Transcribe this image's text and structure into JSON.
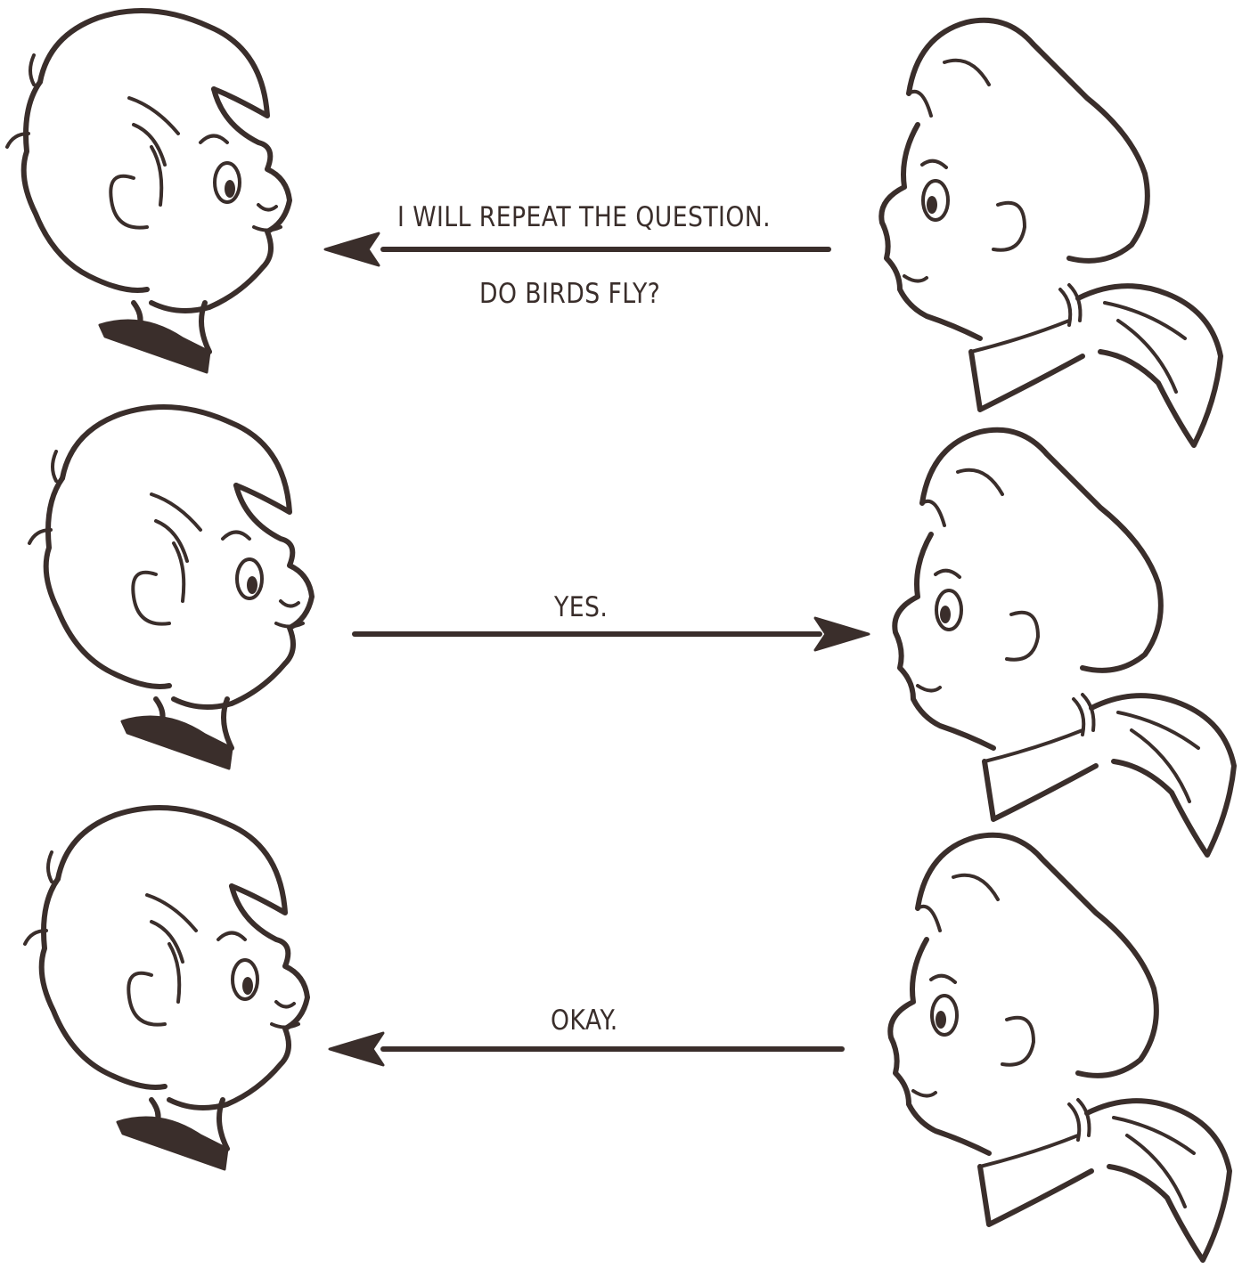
{
  "colors": {
    "ink": "#3a2e2b",
    "paper": "#ffffff"
  },
  "exchanges": [
    {
      "direction": "left",
      "speaker": "girl",
      "lines": [
        "I WILL REPEAT THE QUESTION.",
        "DO BIRDS FLY?"
      ]
    },
    {
      "direction": "right",
      "speaker": "boy",
      "lines": [
        "YES."
      ]
    },
    {
      "direction": "left",
      "speaker": "girl",
      "lines": [
        "OKAY."
      ]
    }
  ]
}
